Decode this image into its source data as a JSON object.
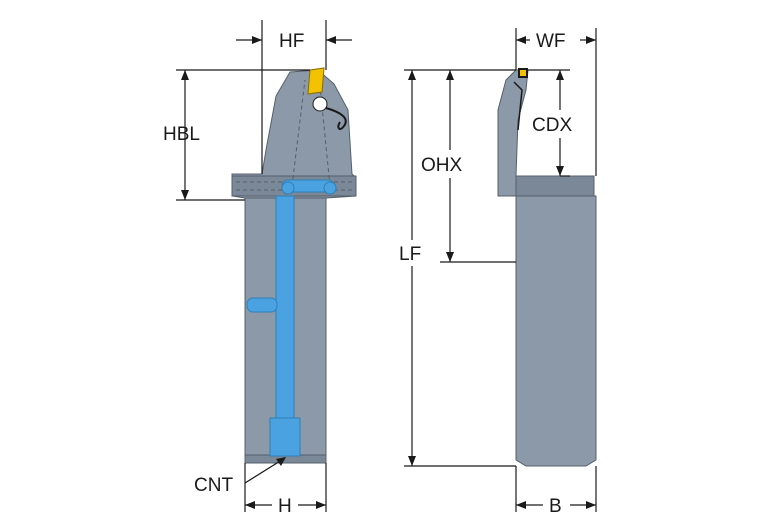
{
  "diagram": {
    "labels": {
      "hf": "HF",
      "hbl": "HBL",
      "cnt": "CNT",
      "h": "H",
      "wf": "WF",
      "cdx": "CDX",
      "ohx": "OHX",
      "lf": "LF",
      "b": "B"
    },
    "colors": {
      "body": "#8b99a8",
      "coolant": "#4aa3e0",
      "insert": "#f2c200",
      "line": "#1a1a1a"
    }
  }
}
